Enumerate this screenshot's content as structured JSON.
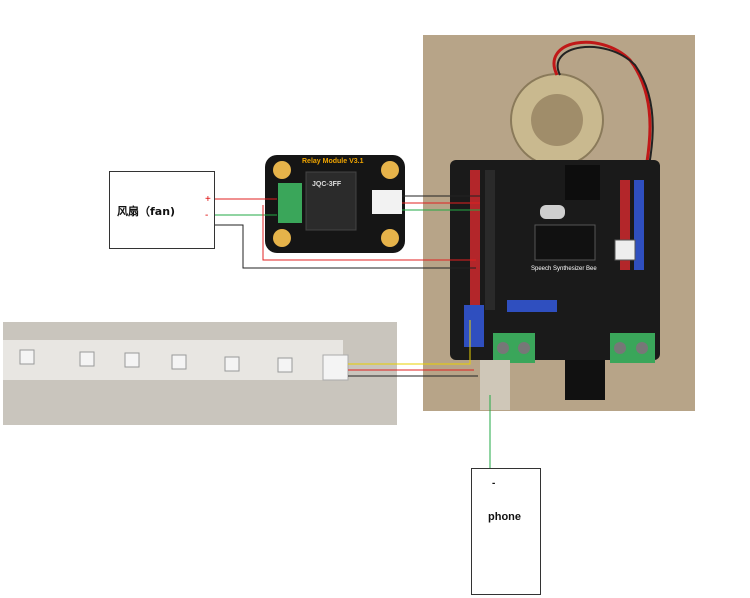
{
  "fan": {
    "label": "风扇（fan)",
    "plus": "+",
    "minus": "-"
  },
  "phone": {
    "label": "phone",
    "dash": "-"
  },
  "relay": {
    "title": "Relay Module V3.1",
    "chip": "JQC-3FF"
  },
  "board": {
    "title": "Speech Synthesizer Bee"
  },
  "colors": {
    "wire_red": "#e02020",
    "wire_black": "#222222",
    "wire_green": "#22aa44",
    "wire_yellow": "#e8d000",
    "board_bg": "#1a1a1a",
    "photo_bg": "#b7a488",
    "relay_bg": "#151515",
    "terminal_green": "#3aa65a"
  }
}
